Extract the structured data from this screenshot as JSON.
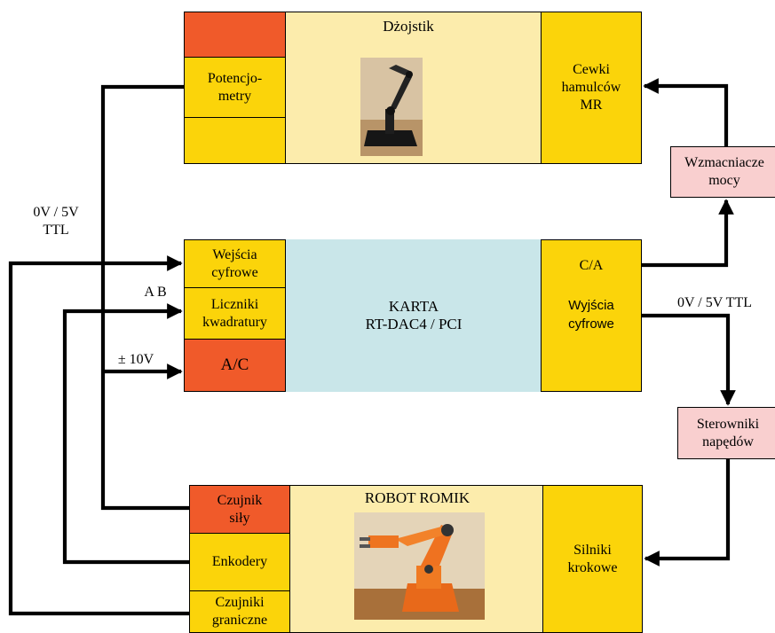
{
  "joystick": {
    "title": "Dżojstik",
    "potentiometers": "Potencjo-\nmetry",
    "brake_coils": "Cewki\nhamulców\nMR",
    "photo": "joystick-photo"
  },
  "card": {
    "title": "KARTA\nRT-DAC4 / PCI",
    "digital_inputs": "Wejścia\ncyfrowe",
    "quadrature_counters": "Liczniki\nkwadratury",
    "adc": "A/C",
    "dac": "C/A",
    "digital_outputs": "Wyjścia\ncyfrowe"
  },
  "robot": {
    "title": "ROBOT  ROMIK",
    "force_sensor": "Czujnik\nsiły",
    "encoders": "Enkodery",
    "limit_switches": "Czujniki\ngraniczne",
    "stepper_motors": "Silniki\nkrokowe",
    "photo": "robot-arm-photo"
  },
  "power_amplifiers": "Wzmacniacze\nmocy",
  "drive_controllers": "Sterowniki\nnapędów",
  "labels": {
    "ttl_left": "0V / 5V\nTTL",
    "ab": "A B",
    "pm10v": "± 10V",
    "ttl_right": "0V / 5V TTL"
  },
  "colors": {
    "yellow": "#fbd40a",
    "orange": "#f05a2a",
    "cream": "#fcecac",
    "blue": "#c9e6e9",
    "pink": "#f9cfcf"
  }
}
